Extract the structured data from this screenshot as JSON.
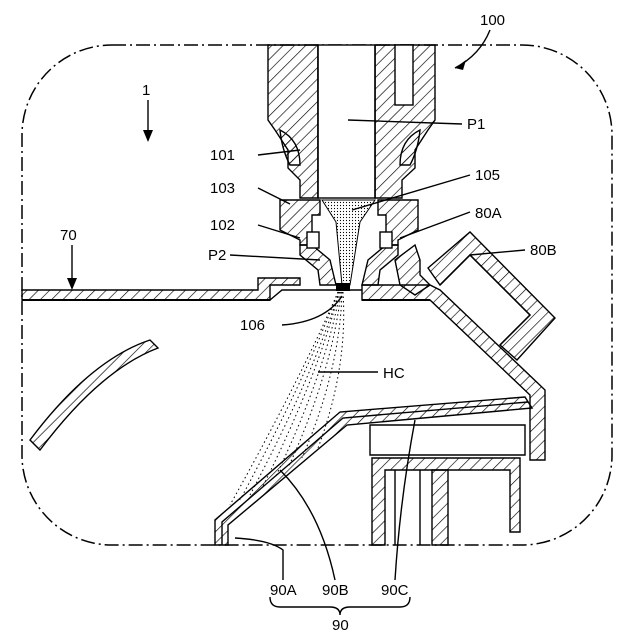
{
  "figure": {
    "labels": {
      "device": "100",
      "system": "1",
      "pipe": "70",
      "p1": "P1",
      "p2": "P2",
      "part101": "101",
      "part103": "103",
      "part102": "102",
      "part105": "105",
      "part106": "106",
      "part80a": "80A",
      "part80b": "80B",
      "hc": "HC",
      "part90a": "90A",
      "part90b": "90B",
      "part90c": "90C",
      "part90": "90"
    }
  }
}
